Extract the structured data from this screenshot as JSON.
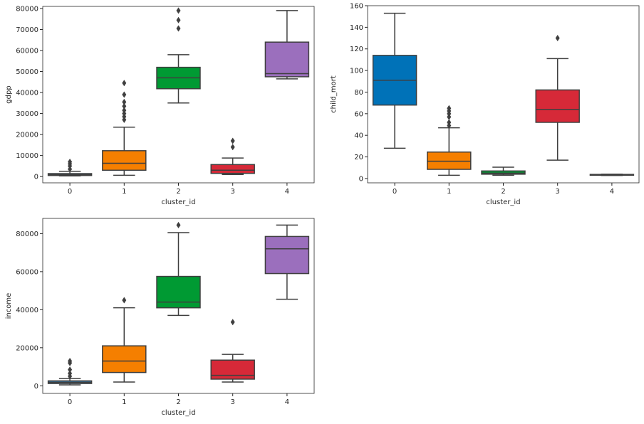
{
  "chart_data": [
    {
      "type": "box",
      "xlabel": "cluster_id",
      "ylabel": "gdpp",
      "ylim": [
        -3000,
        81000
      ],
      "yticks": [
        0,
        10000,
        20000,
        30000,
        40000,
        50000,
        60000,
        70000,
        80000
      ],
      "categories": [
        "0",
        "1",
        "2",
        "3",
        "4"
      ],
      "colors": [
        "#3274a1",
        "#f57f00",
        "#009a33",
        "#d62938",
        "#9b6fbd"
      ],
      "boxes": [
        {
          "cluster": "0",
          "whislo": 300,
          "q1": 500,
          "med": 900,
          "q3": 1400,
          "whishi": 2500,
          "fliers": [
            3500,
            5000,
            6000,
            7000
          ]
        },
        {
          "cluster": "1",
          "whislo": 600,
          "q1": 3000,
          "med": 6300,
          "q3": 12300,
          "whishi": 23500,
          "fliers": [
            27000,
            28500,
            30000,
            31500,
            33500,
            35500,
            39000,
            44500
          ]
        },
        {
          "cluster": "2",
          "whislo": 35000,
          "q1": 41800,
          "med": 47000,
          "q3": 52000,
          "whishi": 58000,
          "fliers": [
            70500,
            74500,
            79000
          ]
        },
        {
          "cluster": "3",
          "whislo": 1000,
          "q1": 1500,
          "med": 3000,
          "q3": 5700,
          "whishi": 8800,
          "fliers": [
            14000,
            17000
          ]
        },
        {
          "cluster": "4",
          "whislo": 46500,
          "q1": 47500,
          "med": 49000,
          "q3": 64000,
          "whishi": 79000,
          "fliers": []
        }
      ]
    },
    {
      "type": "box",
      "xlabel": "cluster_id",
      "ylabel": "child_mort",
      "ylim": [
        -4,
        160
      ],
      "yticks": [
        0,
        20,
        40,
        60,
        80,
        100,
        120,
        140,
        160
      ],
      "categories": [
        "0",
        "1",
        "2",
        "3",
        "4"
      ],
      "colors": [
        "#0072b8",
        "#f57f00",
        "#009a33",
        "#d62938",
        "#9b6fbd"
      ],
      "boxes": [
        {
          "cluster": "0",
          "whislo": 28,
          "q1": 68,
          "med": 91,
          "q3": 114,
          "whishi": 153,
          "fliers": []
        },
        {
          "cluster": "1",
          "whislo": 3,
          "q1": 8.5,
          "med": 16,
          "q3": 24.5,
          "whishi": 47,
          "fliers": [
            49,
            52,
            57,
            60,
            62.5,
            65
          ]
        },
        {
          "cluster": "2",
          "whislo": 3,
          "q1": 4,
          "med": 5,
          "q3": 7,
          "whishi": 10.5,
          "fliers": []
        },
        {
          "cluster": "3",
          "whislo": 17,
          "q1": 52,
          "med": 64,
          "q3": 82,
          "whishi": 111,
          "fliers": [
            130
          ]
        },
        {
          "cluster": "4",
          "whislo": 2.8,
          "q1": 3,
          "med": 3.2,
          "q3": 3.8,
          "whishi": 4,
          "fliers": []
        }
      ]
    },
    {
      "type": "box",
      "xlabel": "cluster_id",
      "ylabel": "income",
      "ylim": [
        -4000,
        88000
      ],
      "yticks": [
        0,
        20000,
        40000,
        60000,
        80000
      ],
      "categories": [
        "0",
        "1",
        "2",
        "3",
        "4"
      ],
      "colors": [
        "#3274a1",
        "#f57f00",
        "#009a33",
        "#d62938",
        "#9b6fbd"
      ],
      "boxes": [
        {
          "cluster": "0",
          "whislo": 500,
          "q1": 1200,
          "med": 1800,
          "q3": 2600,
          "whishi": 3800,
          "fliers": [
            5000,
            6500,
            8500,
            12000,
            13000
          ]
        },
        {
          "cluster": "1",
          "whislo": 2000,
          "q1": 7000,
          "med": 13000,
          "q3": 21000,
          "whishi": 41000,
          "fliers": [
            45000
          ]
        },
        {
          "cluster": "2",
          "whislo": 37000,
          "q1": 41000,
          "med": 44000,
          "q3": 57500,
          "whishi": 80500,
          "fliers": [
            84500
          ]
        },
        {
          "cluster": "3",
          "whislo": 2000,
          "q1": 3500,
          "med": 5500,
          "q3": 13500,
          "whishi": 16500,
          "fliers": [
            33500
          ]
        },
        {
          "cluster": "4",
          "whislo": 45500,
          "q1": 59000,
          "med": 72000,
          "q3": 78500,
          "whishi": 84500,
          "fliers": []
        }
      ]
    }
  ]
}
